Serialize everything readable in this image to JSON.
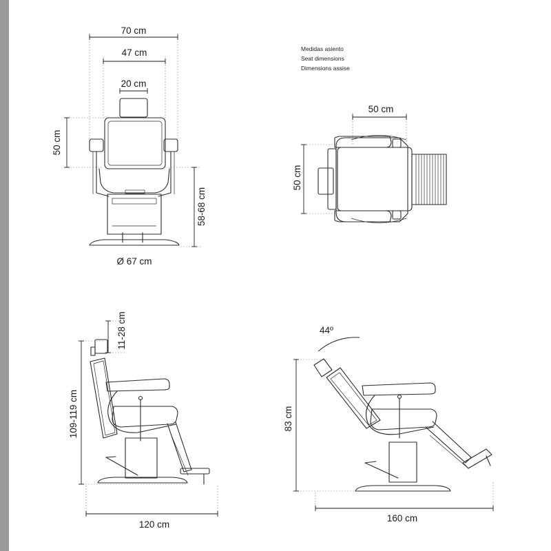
{
  "front_view": {
    "width_overall": "70 cm",
    "width_seat": "47 cm",
    "width_headrest": "20 cm",
    "backrest_height": "50 cm",
    "seat_height": "58-68 cm",
    "base_diameter": "Ø 67 cm"
  },
  "top_view": {
    "legend": [
      "Medidas asiento",
      "Seat dimensions",
      "Dimensions assise"
    ],
    "seat_width": "50 cm",
    "seat_depth": "50 cm"
  },
  "side_view": {
    "total_height": "109-119 cm",
    "headrest_adjust": "11-28 cm",
    "total_length": "120 cm"
  },
  "reclined_view": {
    "angle": "44º",
    "height": "83 cm",
    "total_length": "160 cm"
  },
  "colors": {
    "line": "#1a1a1a",
    "side_bar": "#9a9a9a"
  }
}
